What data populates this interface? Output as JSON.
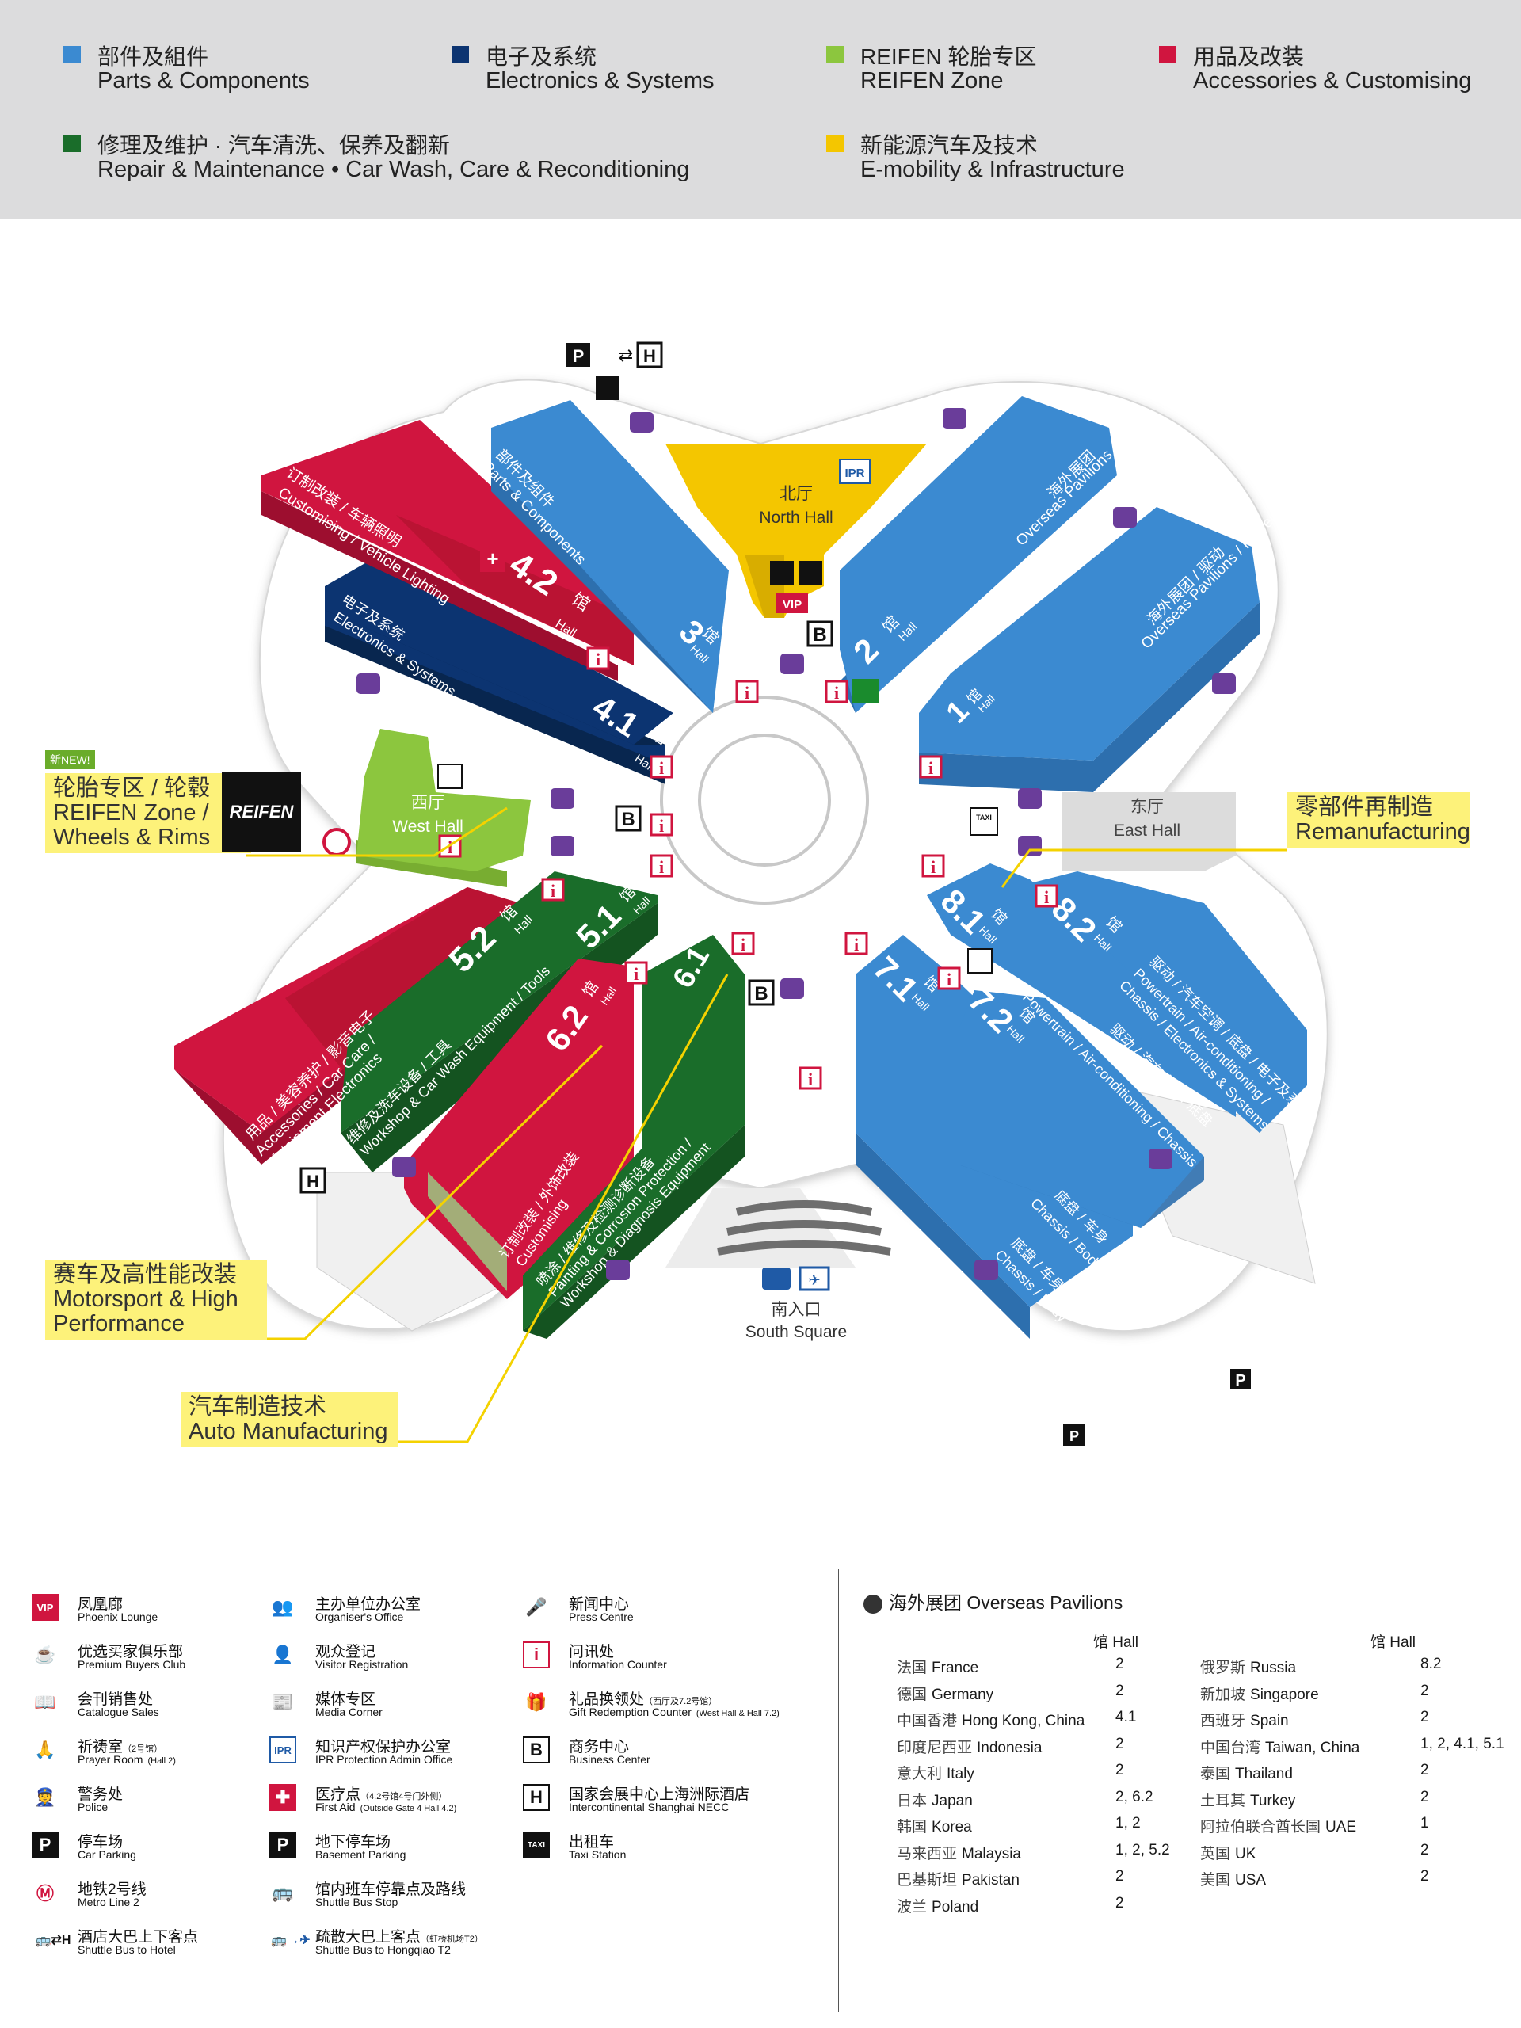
{
  "categories": [
    {
      "zh": "部件及組件",
      "en": "Parts & Components",
      "color": "#3b8ad1"
    },
    {
      "zh": "电子及系统",
      "en": "Electronics & Systems",
      "color": "#0c3471"
    },
    {
      "zh": "REIFEN 轮胎专区",
      "en": "REIFEN Zone",
      "color": "#8cc63e"
    },
    {
      "zh": "用品及改装",
      "en": "Accessories & Customising",
      "color": "#d0153f"
    },
    {
      "zh": "修理及维护 · 汽车清洗、保养及翻新",
      "en": "Repair & Maintenance  •  Car Wash, Care & Reconditioning",
      "color": "#1a6d2a"
    },
    {
      "zh": "新能源汽车及技术",
      "en": "E-mobility & Infrastructure",
      "color": "#f4c600"
    }
  ],
  "halls": {
    "h42": {
      "num": "4.2",
      "zh": "馆",
      "en": "Hall",
      "label": "订制改装 / 车辆照明 Customising / Vehicle Lighting"
    },
    "h42_zh": "订制改装 / 车辆照明",
    "h42_en": "Customising / Vehicle Lighting",
    "h41": {
      "num": "4.1",
      "zh": "馆",
      "en": "Hall"
    },
    "h41_zh": "电子及系统",
    "h41_en": "Electronics & Systems",
    "h3": {
      "num": "3",
      "zh": "馆",
      "en": "Hall"
    },
    "h3_zh": "部件及组件",
    "h3_en": "Parts & Components",
    "north": {
      "zh": "北厅",
      "en": "North Hall"
    },
    "h2": {
      "num": "2",
      "zh": "馆",
      "en": "Hall"
    },
    "h2_zh": "海外展团",
    "h2_en": "Overseas Pavilions",
    "h1": {
      "num": "1",
      "zh": "馆",
      "en": "Hall"
    },
    "h1_zh": "海外展团 / 驱动",
    "h1_en": "Overseas Pavilions / Powertrain",
    "west": {
      "zh": "西厅",
      "en": "West Hall"
    },
    "east": {
      "zh": "东厅",
      "en": "East Hall"
    },
    "h52": {
      "num": "5.2",
      "zh": "馆",
      "en": "Hall"
    },
    "h52_zh": "用品 / 美容养护 / 影音电子",
    "h52_en1": "Accessories / Car Care /",
    "h52_en2": "Infotainment Electronics",
    "h51": {
      "num": "5.1",
      "zh": "馆",
      "en": "Hall"
    },
    "h51_zh": "维修及洗车设备 / 工具",
    "h51_en": "Workshop & Car Wash Equipment / Tools",
    "h62": {
      "num": "6.2",
      "zh": "馆",
      "en": "Hall"
    },
    "h62_zh": "订制改装 / 外饰改装",
    "h62_en": "Customising",
    "h61": {
      "num": "6.1",
      "zh": "馆",
      "en": "Hall"
    },
    "h61_zh": "喷涂 / 维修及检测诊断设备",
    "h61_en1": "Painting & Corrosion Protection /",
    "h61_en2": "Workshop & Diagnosis Equipment",
    "h81": {
      "num": "8.1",
      "zh": "馆",
      "en": "Hall"
    },
    "h82": {
      "num": "8.2",
      "zh": "馆",
      "en": "Hall"
    },
    "h82_zh": "驱动 / 汽车空调 / 底盘 / 电子及系统",
    "h82_en1": "Powertrain / Air-conditioning /",
    "h82_en2": "Chassis / Electronics & Systems",
    "h71": {
      "num": "7.1",
      "zh": "馆",
      "en": "Hall"
    },
    "h72": {
      "num": "7.2",
      "zh": "馆",
      "en": "Hall"
    },
    "h72_zh": "驱动 / 汽车空调 / 底盘",
    "h72_en": "Powertrain / Air-conditioning / Chassis",
    "h7_zh": "底盘 / 车身",
    "h7_en": "Chassis / Body",
    "south": {
      "zh": "南入口",
      "en": "South Square"
    }
  },
  "callouts": {
    "reifen": {
      "new": "新NEW!",
      "zh": "轮胎专区 / 轮毂",
      "en1": "REIFEN Zone /",
      "en2": "Wheels & Rims",
      "logo": "REIFEN"
    },
    "reman": {
      "zh": "零部件再制造",
      "en": "Remanufacturing"
    },
    "motorsport": {
      "zh": "赛车及高性能改装",
      "en1": "Motorsport & High",
      "en2": "Performance"
    },
    "automfg": {
      "zh": "汽车制造技术",
      "en": "Auto Manufacturing"
    }
  },
  "legend": [
    {
      "icon": "VIP",
      "icon_name": "vip-icon",
      "zh": "凤凰廊",
      "en": "Phoenix Lounge"
    },
    {
      "icon": "☕",
      "icon_name": "coffee-cup-icon",
      "zh": "优选买家俱乐部",
      "en": "Premium Buyers Club"
    },
    {
      "icon": "📖",
      "icon_name": "catalogue-icon",
      "zh": "会刊销售处",
      "en": "Catalogue Sales"
    },
    {
      "icon": "🙏",
      "icon_name": "prayer-icon",
      "zh": "祈祷室",
      "zh_note": "（2号馆）",
      "en": "Prayer Room",
      "en_note": "(Hall 2)"
    },
    {
      "icon": "👮",
      "icon_name": "police-icon",
      "zh": "警务处",
      "en": "Police"
    },
    {
      "icon": "P",
      "icon_name": "parking-icon",
      "zh": "停车场",
      "en": "Car Parking"
    },
    {
      "icon": "Ⓜ",
      "icon_name": "metro-icon",
      "zh": "地铁2号线",
      "en": "Metro Line 2"
    },
    {
      "icon": "🚌⇄H",
      "icon_name": "shuttle-hotel-icon",
      "zh": "酒店大巴上下客点",
      "en": "Shuttle Bus to Hotel"
    },
    {
      "icon": "👥",
      "icon_name": "organiser-icon",
      "zh": "主办单位办公室",
      "en": "Organiser's Office"
    },
    {
      "icon": "👤",
      "icon_name": "visitor-icon",
      "zh": "观众登记",
      "en": "Visitor Registration"
    },
    {
      "icon": "📰",
      "icon_name": "media-icon",
      "zh": "媒体专区",
      "en": "Media Corner"
    },
    {
      "icon": "IPR",
      "icon_name": "ipr-icon",
      "zh": "知识产权保护办公室",
      "en": "IPR Protection Admin Office"
    },
    {
      "icon": "✚",
      "icon_name": "first-aid-icon",
      "zh": "医疗点",
      "zh_note": "（4.2号馆4号门外侧）",
      "en": "First Aid",
      "en_note": "(Outside Gate 4 Hall 4.2)"
    },
    {
      "icon": "P",
      "icon_name": "basement-parking-icon",
      "zh": "地下停车场",
      "en": "Basement Parking"
    },
    {
      "icon": "🚌",
      "icon_name": "shuttle-stop-icon",
      "zh": "馆内班车停靠点及路线",
      "en": "Shuttle Bus Stop"
    },
    {
      "icon": "🚌→✈",
      "icon_name": "shuttle-airport-icon",
      "zh": "疏散大巴上客点",
      "zh_note": "（虹桥机场T2）",
      "en": "Shuttle Bus to Hongqiao T2"
    },
    {
      "icon": "🎤",
      "icon_name": "microphone-icon",
      "zh": "新闻中心",
      "en": "Press Centre"
    },
    {
      "icon": "i",
      "icon_name": "info-icon",
      "zh": "问讯处",
      "en": "Information Counter"
    },
    {
      "icon": "🎁",
      "icon_name": "gift-icon",
      "zh": "礼品换领处",
      "zh_note": "（西厅及7.2号馆）",
      "en": "Gift Redemption Counter",
      "en_note": "(West Hall & Hall 7.2)"
    },
    {
      "icon": "B",
      "icon_name": "business-icon",
      "zh": "商务中心",
      "en": "Business Center"
    },
    {
      "icon": "H",
      "icon_name": "hotel-icon",
      "zh": "国家会展中心上海洲际酒店",
      "en": "Intercontinental Shanghai NECC"
    },
    {
      "icon": "TAXI",
      "icon_name": "taxi-icon",
      "zh": "出租车",
      "en": "Taxi Station"
    }
  ],
  "overseas": {
    "title": "海外展团 Overseas Pavilions",
    "hall_header": "馆 Hall",
    "left": [
      {
        "zh": "法国",
        "en": "France",
        "hall": "2"
      },
      {
        "zh": "德国",
        "en": "Germany",
        "hall": "2"
      },
      {
        "zh": "中国香港",
        "en": "Hong Kong, China",
        "hall": "4.1"
      },
      {
        "zh": "印度尼西亚",
        "en": "Indonesia",
        "hall": "2"
      },
      {
        "zh": "意大利",
        "en": "Italy",
        "hall": "2"
      },
      {
        "zh": "日本",
        "en": "Japan",
        "hall": "2, 6.2"
      },
      {
        "zh": "韩国",
        "en": "Korea",
        "hall": "1, 2"
      },
      {
        "zh": "马来西亚",
        "en": "Malaysia",
        "hall": "1, 2, 5.2"
      },
      {
        "zh": "巴基斯坦",
        "en": "Pakistan",
        "hall": "2"
      },
      {
        "zh": "波兰",
        "en": "Poland",
        "hall": "2"
      }
    ],
    "right": [
      {
        "zh": "俄罗斯",
        "en": "Russia",
        "hall": "8.2"
      },
      {
        "zh": "新加坡",
        "en": "Singapore",
        "hall": "2"
      },
      {
        "zh": "西班牙",
        "en": "Spain",
        "hall": "2"
      },
      {
        "zh": "中国台湾",
        "en": "Taiwan, China",
        "hall": "1, 2, 4.1, 5.1"
      },
      {
        "zh": "泰国",
        "en": "Thailand",
        "hall": "2"
      },
      {
        "zh": "土耳其",
        "en": "Turkey",
        "hall": "2"
      },
      {
        "zh": "阿拉伯联合酋长国",
        "en": "UAE",
        "hall": "1"
      },
      {
        "zh": "英国",
        "en": "UK",
        "hall": "2"
      },
      {
        "zh": "美国",
        "en": "USA",
        "hall": "2"
      }
    ]
  },
  "colors": {
    "blue": "#3b8ad1",
    "navy": "#0c3471",
    "green": "#8cc63e",
    "red": "#d0153f",
    "darkgreen": "#1a6d2a",
    "yellow": "#f4c600",
    "shuttle": "#6a3d9a",
    "info": "#d0153f",
    "callout": "#fdf27a"
  }
}
